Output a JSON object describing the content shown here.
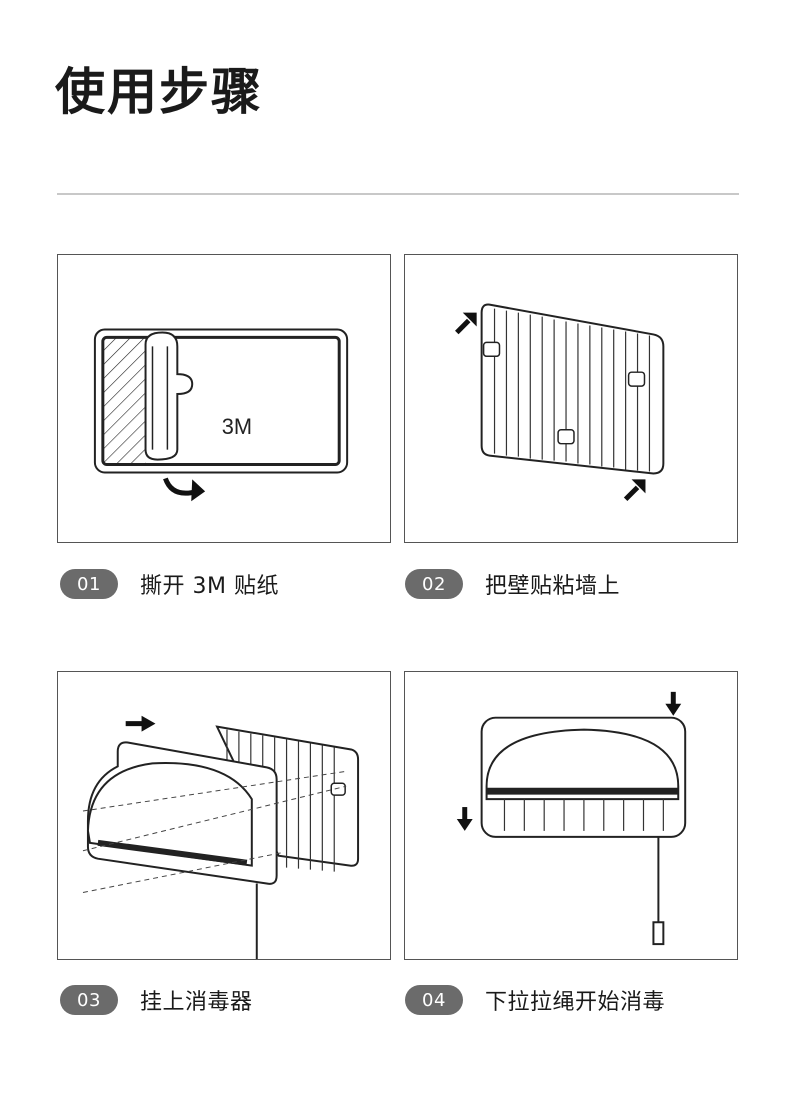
{
  "title": "使用步骤",
  "steps": [
    {
      "number": "01",
      "caption": "撕开 3M 贴纸",
      "illustration_label": "3M"
    },
    {
      "number": "02",
      "caption": "把壁贴粘墙上"
    },
    {
      "number": "03",
      "caption": "挂上消毒器"
    },
    {
      "number": "04",
      "caption": "下拉拉绳开始消毒"
    }
  ],
  "colors": {
    "badge": "#6b6b6b",
    "line": "#1a1a1a",
    "divider": "#c8c8c8"
  }
}
